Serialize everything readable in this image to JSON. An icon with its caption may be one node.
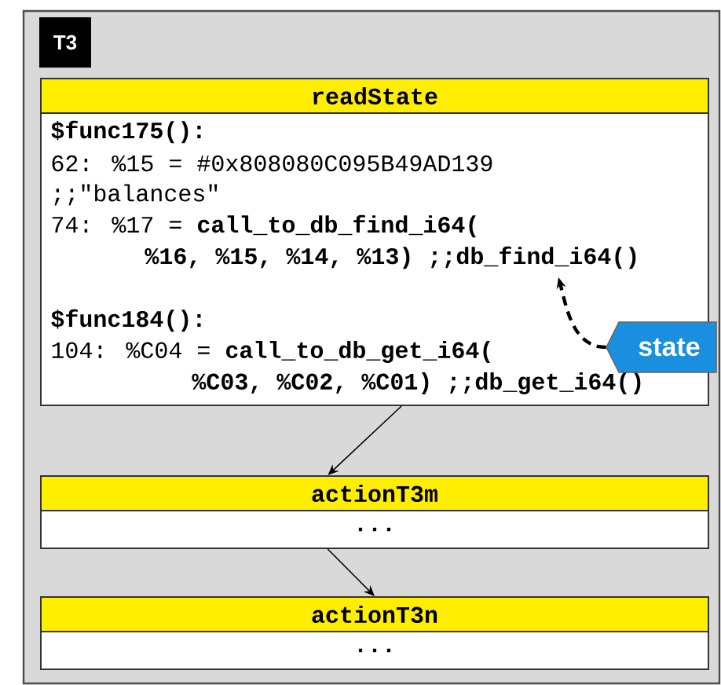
{
  "diagram": {
    "nodes": [
      {
        "text": [
          "T3"
        ]
      },
      {
        "text": [
          "readState",
          "$func175():",
          "62: %15 = #0x808080C095B49AD139",
          ";;\"balances\"",
          "74: %17 = **call_to_db_find_i64(**",
          "%16, %15, %14, %13) ;;db_find_i64()",
          "$func184():",
          "104: %C04 = **call_to_db_get_i64(**",
          "%C03, %C02, %C01) ;;db_get_i64()"
        ],
        "in": 0
      },
      {
        "text": [
          "state"
        ],
        "in": 0
      },
      {
        "text": [
          "actionT3m",
          "..."
        ],
        "in": 0
      },
      {
        "text": [
          "actionT3n",
          "..."
        ],
        "in": 0
      }
    ],
    "edges": [
      {
        "from": 1,
        "to": 3,
        "arrow": "to"
      },
      {
        "from": 3,
        "to": 4,
        "arrow": "to"
      },
      {
        "from": 2,
        "to": 1,
        "arrow": "to",
        "style": "dashed"
      }
    ]
  }
}
